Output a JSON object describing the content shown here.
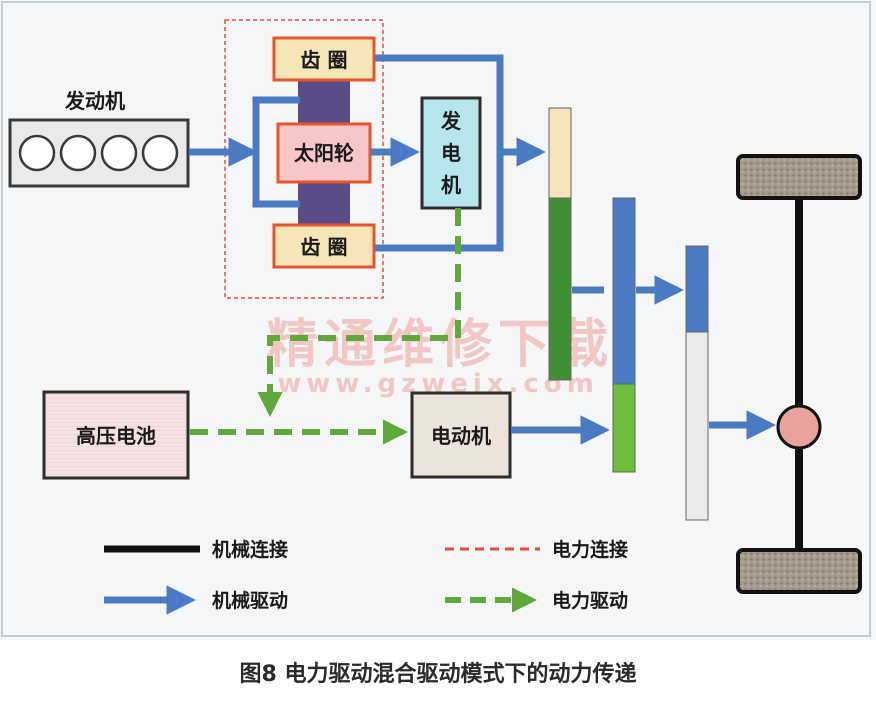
{
  "diagram": {
    "engine_label": "发动机",
    "ring_gear_top_label": "齿 圈",
    "ring_gear_bottom_label": "齿 圈",
    "sun_gear_label": "太阳轮",
    "generator_label_1": "发",
    "generator_label_2": "电",
    "generator_label_3": "机",
    "battery_label": "高压电池",
    "motor_label": "电动机",
    "watermark_text": "精通维修下载",
    "watermark_url": "www.gzweix.com"
  },
  "legend": {
    "mechanical_connection": "机械连接",
    "electrical_connection": "电力连接",
    "mechanical_drive": "机械驱动",
    "electrical_drive": "电力驱动"
  },
  "caption": "图8 电力驱动混合驱动模式下的动力传递",
  "colors": {
    "background": "#f4f6f8",
    "frame": "#c7ccd3",
    "mech_drive": "#4a7bc2",
    "elec_drive": "#5fa83a",
    "elec_connection": "#e84a3c",
    "mech_connection": "#111111",
    "gear_fill": "#f6e6b7",
    "gear_border": "#e9552a",
    "sun_fill": "#f6c6c9",
    "planet_dark": "#5a4c86",
    "generator_fill": "#b6e5ee",
    "box_fill": "#f3e2e3",
    "motor_fill": "#ece3da",
    "wheel_fill": "#a39a8c",
    "diff_fill": "#e9a29c",
    "watermark": "#f2b6b0"
  }
}
